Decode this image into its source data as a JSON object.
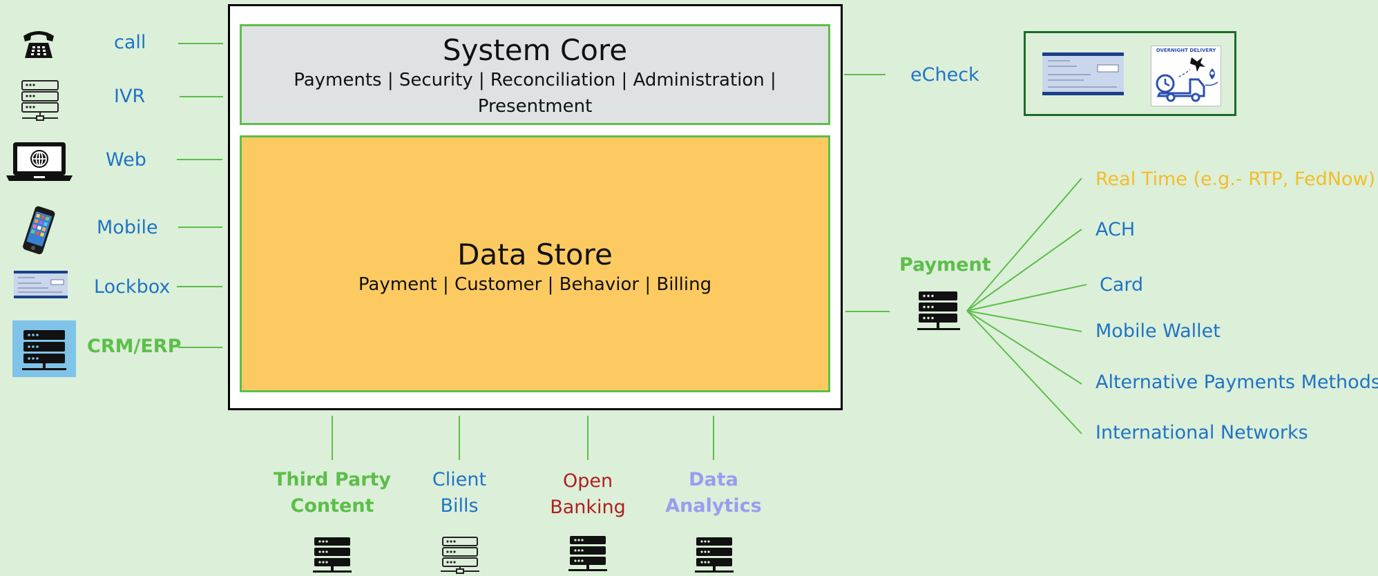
{
  "colors": {
    "background": "#dcefd9",
    "connector": "#5cbe4a",
    "channel_label": "#1f74c4",
    "highlight_green": "#5cbe4a",
    "open_banking": "#b01f1f",
    "data_analytics": "#9a9cf0",
    "real_time": "#f2bd2b",
    "core_fill": "#dfe2e2",
    "store_fill": "#fdca62"
  },
  "channels": [
    {
      "label": "call",
      "icon": "telephone-icon"
    },
    {
      "label": "IVR",
      "icon": "server-outline-icon"
    },
    {
      "label": "Web",
      "icon": "laptop-globe-icon"
    },
    {
      "label": "Mobile",
      "icon": "smartphone-icon"
    },
    {
      "label": "Lockbox",
      "icon": "check-image-icon"
    },
    {
      "label": "CRM/ERP",
      "icon": "server-icon"
    }
  ],
  "core": {
    "title": "System Core",
    "modules": "Payments | Security | Reconciliation | Administration | Presentment"
  },
  "store": {
    "title": "Data Store",
    "entities": "Payment | Customer | Behavior | Billing"
  },
  "echeck": {
    "label": "eCheck",
    "images": [
      "check-image-icon",
      "overnight-delivery-icon"
    ],
    "delivery_caption": "OVERNIGHT DELIVERY"
  },
  "payment": {
    "label": "Payment",
    "icon": "server-icon",
    "networks": [
      {
        "label": "Real Time (e.g.- RTP, FedNow)"
      },
      {
        "label": "ACH"
      },
      {
        "label": "Card"
      },
      {
        "label": "Mobile Wallet"
      },
      {
        "label": "Alternative Payments Methods"
      },
      {
        "label": "International Networks"
      }
    ]
  },
  "sources": [
    {
      "line1": "Third Party",
      "line2": "Content",
      "icon": "server-icon"
    },
    {
      "line1": "Client",
      "line2": "Bills",
      "icon": "server-outline-icon"
    },
    {
      "line1": "Open",
      "line2": "Banking",
      "icon": "server-icon"
    },
    {
      "line1": "Data",
      "line2": "Analytics",
      "icon": "server-icon"
    }
  ]
}
